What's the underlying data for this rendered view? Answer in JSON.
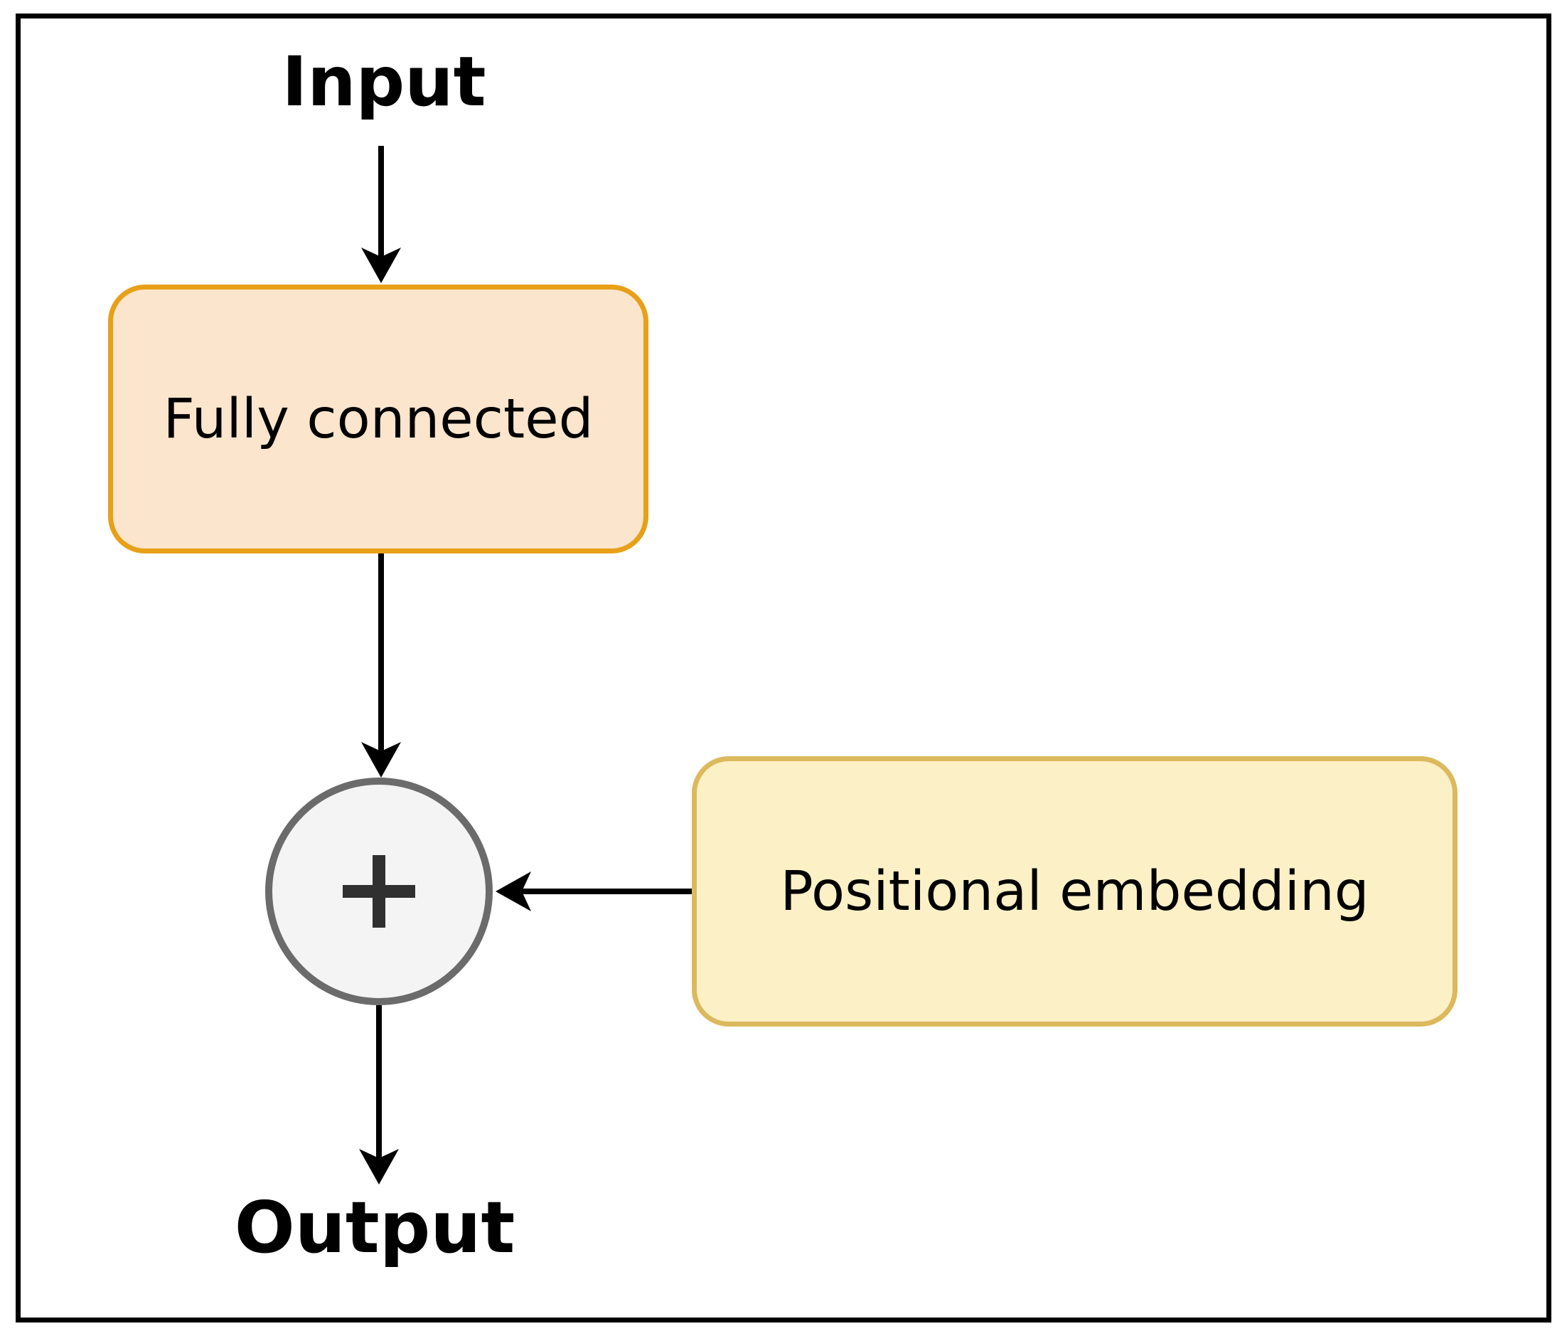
{
  "diagram": {
    "nodes": {
      "input_label": "Input",
      "fully_connected_label": "Fully connected",
      "positional_embedding_label": "Positional embedding",
      "output_label": "Output"
    },
    "icons": {
      "adder": "plus-icon"
    },
    "edges": [
      "input-to-fully-connected",
      "fully-connected-to-adder",
      "positional-embedding-to-adder",
      "adder-to-output"
    ],
    "colors": {
      "background": "#ffffff",
      "frame-border": "#000000",
      "arrow": "#000000",
      "fc-fill": "#fbe5cd",
      "fc-border": "#e8a019",
      "pe-fill": "#fcf0c7",
      "pe-border": "#dcb95c",
      "adder-fill": "#f4f4f4",
      "adder-border": "#6b6b6b",
      "plus": "#303030",
      "text": "#000000"
    }
  }
}
